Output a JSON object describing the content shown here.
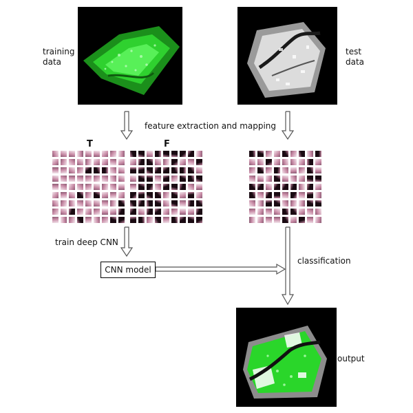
{
  "inputs": {
    "training_label": "training\ndata",
    "test_label": "test\ndata"
  },
  "steps": {
    "feature_extraction": "feature extraction and mapping",
    "train_cnn": "train deep CNN",
    "classification": "classification"
  },
  "classes": {
    "true_label": "T",
    "false_label": "F"
  },
  "model": {
    "label": "CNN model"
  },
  "result": {
    "output_label": "output"
  },
  "colors": {
    "point_cloud_green": "#22dd22",
    "point_cloud_white": "#e8e8e8",
    "patch_pink": "#c78aa5",
    "patch_dark": "#1a0a12",
    "arrow": "#555555"
  }
}
